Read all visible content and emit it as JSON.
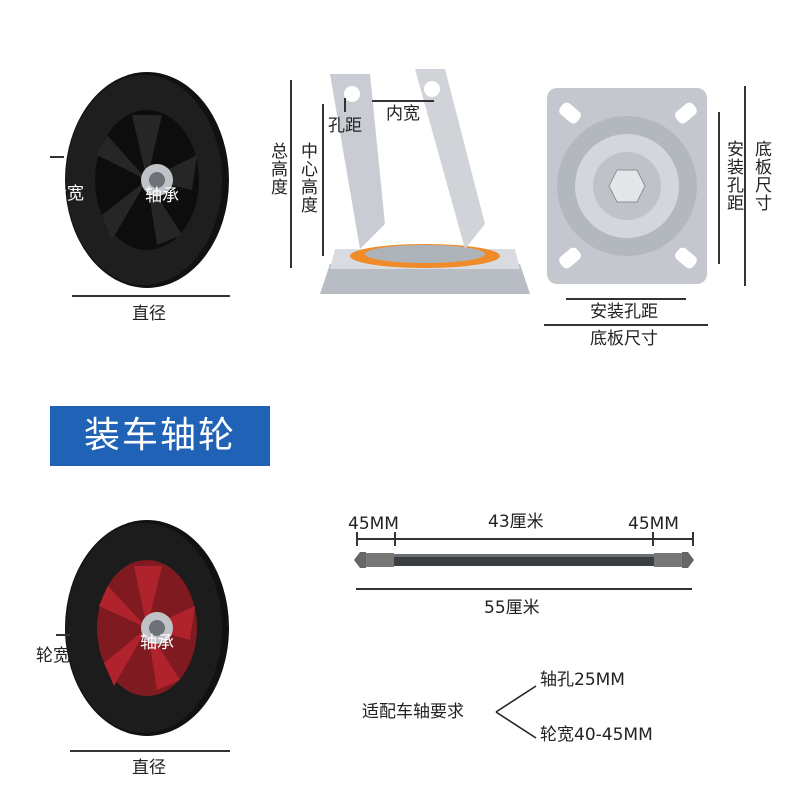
{
  "top_wheel": {
    "width_label": "轮宽",
    "bearing_label": "轴承",
    "diameter_label": "直径"
  },
  "bracket": {
    "hole_pitch_label": "孔距",
    "inner_width_label": "内宽",
    "total_height_label": "总高度",
    "center_height_label": "中心高度"
  },
  "plate": {
    "mount_pitch_label": "安装孔距",
    "plate_size_label": "底板尺寸"
  },
  "banner": {
    "title": "装车轴轮"
  },
  "axle": {
    "left_end": "45MM",
    "middle": "43厘米",
    "right_end": "45MM",
    "total": "55厘米"
  },
  "red_wheel": {
    "width_label": "轮宽",
    "bearing_label": "轴承",
    "diameter_label": "直径"
  },
  "requirements": {
    "title": "适配车轴要求",
    "items": [
      "轴孔25MM",
      "轮宽40-45MM"
    ]
  },
  "colors": {
    "banner": "#1f62b6",
    "rubber": "#1a1a1a",
    "red_hub": "#b0232c",
    "metal": "#c9ccd2"
  }
}
